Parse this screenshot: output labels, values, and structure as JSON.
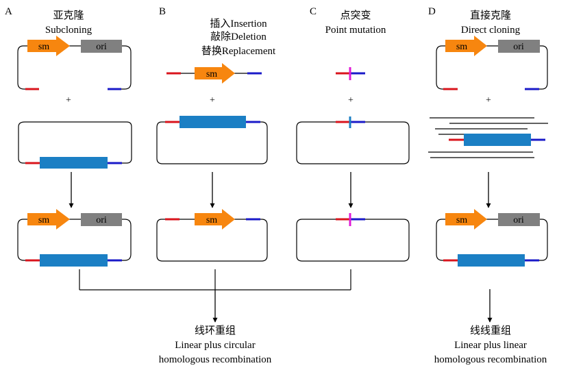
{
  "panels": {
    "a": {
      "letter": "A",
      "title_cn": "亚克隆",
      "title_en": "Subcloning"
    },
    "b": {
      "letter": "B",
      "line1": "插入Insertion",
      "line2": "敲除Deletion",
      "line3": "替换Replacement"
    },
    "c": {
      "letter": "C",
      "title_cn": "点突变",
      "title_en": "Point mutation"
    },
    "d": {
      "letter": "D",
      "title_cn": "直接克隆",
      "title_en": "Direct cloning"
    }
  },
  "genes": {
    "sm": "sm",
    "ori": "ori"
  },
  "plus": "+",
  "results": {
    "circular": {
      "cn": "线环重组",
      "en1": "Linear plus circular",
      "en2": "homologous recombination"
    },
    "linear": {
      "cn": "线线重组",
      "en1": "Linear plus linear",
      "en2": "homologous recombination"
    }
  },
  "colors": {
    "sm": "#f7860f",
    "ori": "#808080",
    "insert": "#1b7fc4",
    "homology_left": "#d9141c",
    "homology_right": "#1a1ac8",
    "point": "#e01bd6",
    "line": "#000000"
  }
}
